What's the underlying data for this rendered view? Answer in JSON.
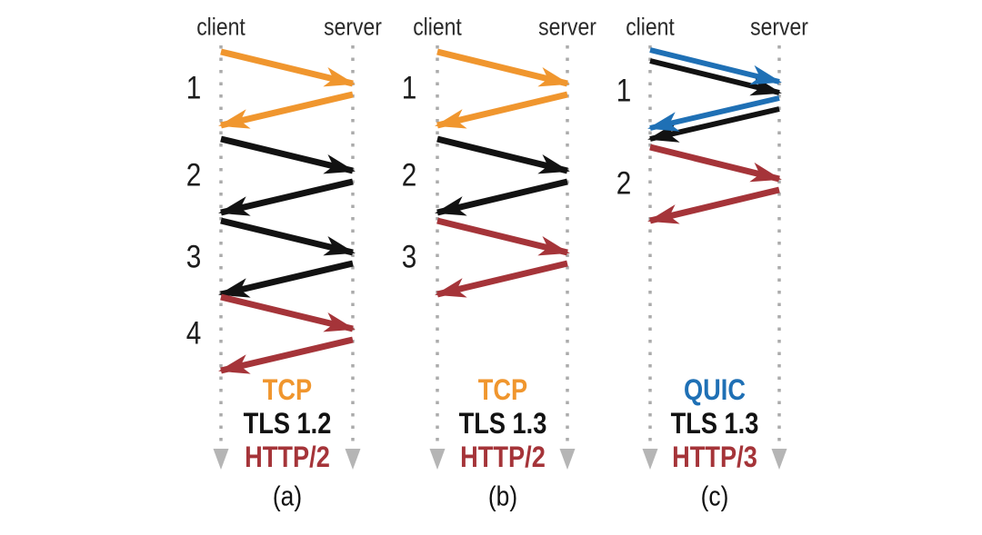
{
  "colors": {
    "tcp": "#F0962E",
    "tls": "#121212",
    "http": "#A53439",
    "quic": "#1F70B5",
    "guide": "#ABABAB",
    "guide_arrow": "#B5B5B5"
  },
  "panels": [
    {
      "caption": "(a)",
      "client_label": "client",
      "server_label": "server",
      "stack": [
        {
          "label": "TCP",
          "color": "tcp"
        },
        {
          "label": "TLS 1.2",
          "color": "tls"
        },
        {
          "label": "HTTP/2",
          "color": "http"
        }
      ],
      "round_trips": [
        {
          "number": "1",
          "layers": [
            "tcp"
          ]
        },
        {
          "number": "2",
          "layers": [
            "tls"
          ]
        },
        {
          "number": "3",
          "layers": [
            "tls"
          ]
        },
        {
          "number": "4",
          "layers": [
            "http"
          ]
        }
      ]
    },
    {
      "caption": "(b)",
      "client_label": "client",
      "server_label": "server",
      "stack": [
        {
          "label": "TCP",
          "color": "tcp"
        },
        {
          "label": "TLS 1.3",
          "color": "tls"
        },
        {
          "label": "HTTP/2",
          "color": "http"
        }
      ],
      "round_trips": [
        {
          "number": "1",
          "layers": [
            "tcp"
          ]
        },
        {
          "number": "2",
          "layers": [
            "tls"
          ]
        },
        {
          "number": "3",
          "layers": [
            "http"
          ]
        }
      ]
    },
    {
      "caption": "(c)",
      "client_label": "client",
      "server_label": "server",
      "stack": [
        {
          "label": "QUIC",
          "color": "quic"
        },
        {
          "label": "TLS 1.3",
          "color": "tls"
        },
        {
          "label": "HTTP/3",
          "color": "http"
        }
      ],
      "round_trips": [
        {
          "number": "1",
          "layers": [
            "quic",
            "tls"
          ]
        },
        {
          "number": "2",
          "layers": [
            "http"
          ]
        }
      ]
    }
  ]
}
